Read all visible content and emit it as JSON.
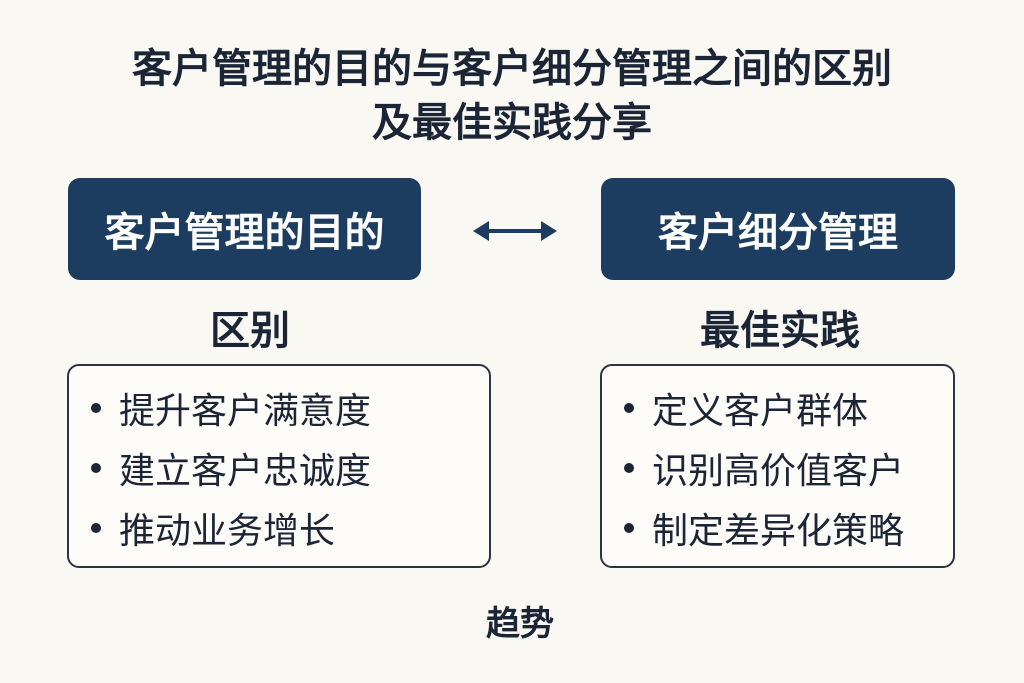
{
  "title": {
    "line1": "客户管理的目的与客户细分管理之间的区别",
    "line2": "及最佳实践分享"
  },
  "left": {
    "header": "客户管理的目的",
    "subhead": "区别",
    "items": [
      "提升客户满意度",
      "建立客户忠诚度",
      "推动业务增长"
    ]
  },
  "right": {
    "header": "客户细分管理",
    "subhead": "最佳实践",
    "items": [
      "定义客户群体",
      "识别高价值客户",
      "制定差异化策略"
    ]
  },
  "connector": {
    "icon": "double-arrow-icon"
  },
  "footer": {
    "text": "趋势"
  },
  "colors": {
    "background": "#f9f8f3",
    "header_fill": "#1c3d5f",
    "text": "#1b2535"
  }
}
